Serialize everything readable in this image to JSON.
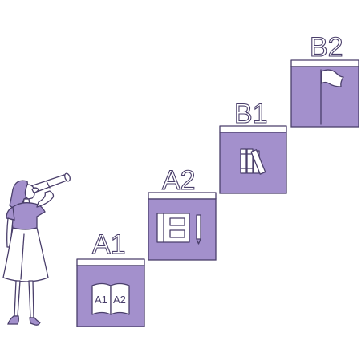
{
  "steps": [
    {
      "label": "A1",
      "icon": "open-book-icon",
      "book_pages": [
        "A1",
        "A2"
      ]
    },
    {
      "label": "A2",
      "icon": "notebook-pencil-icon"
    },
    {
      "label": "B1",
      "icon": "books-icon"
    },
    {
      "label": "B2",
      "icon": "flag-icon"
    }
  ],
  "colors": {
    "purple": "#a390cc",
    "ink": "#4a3f6b",
    "background": "#ffffff"
  }
}
